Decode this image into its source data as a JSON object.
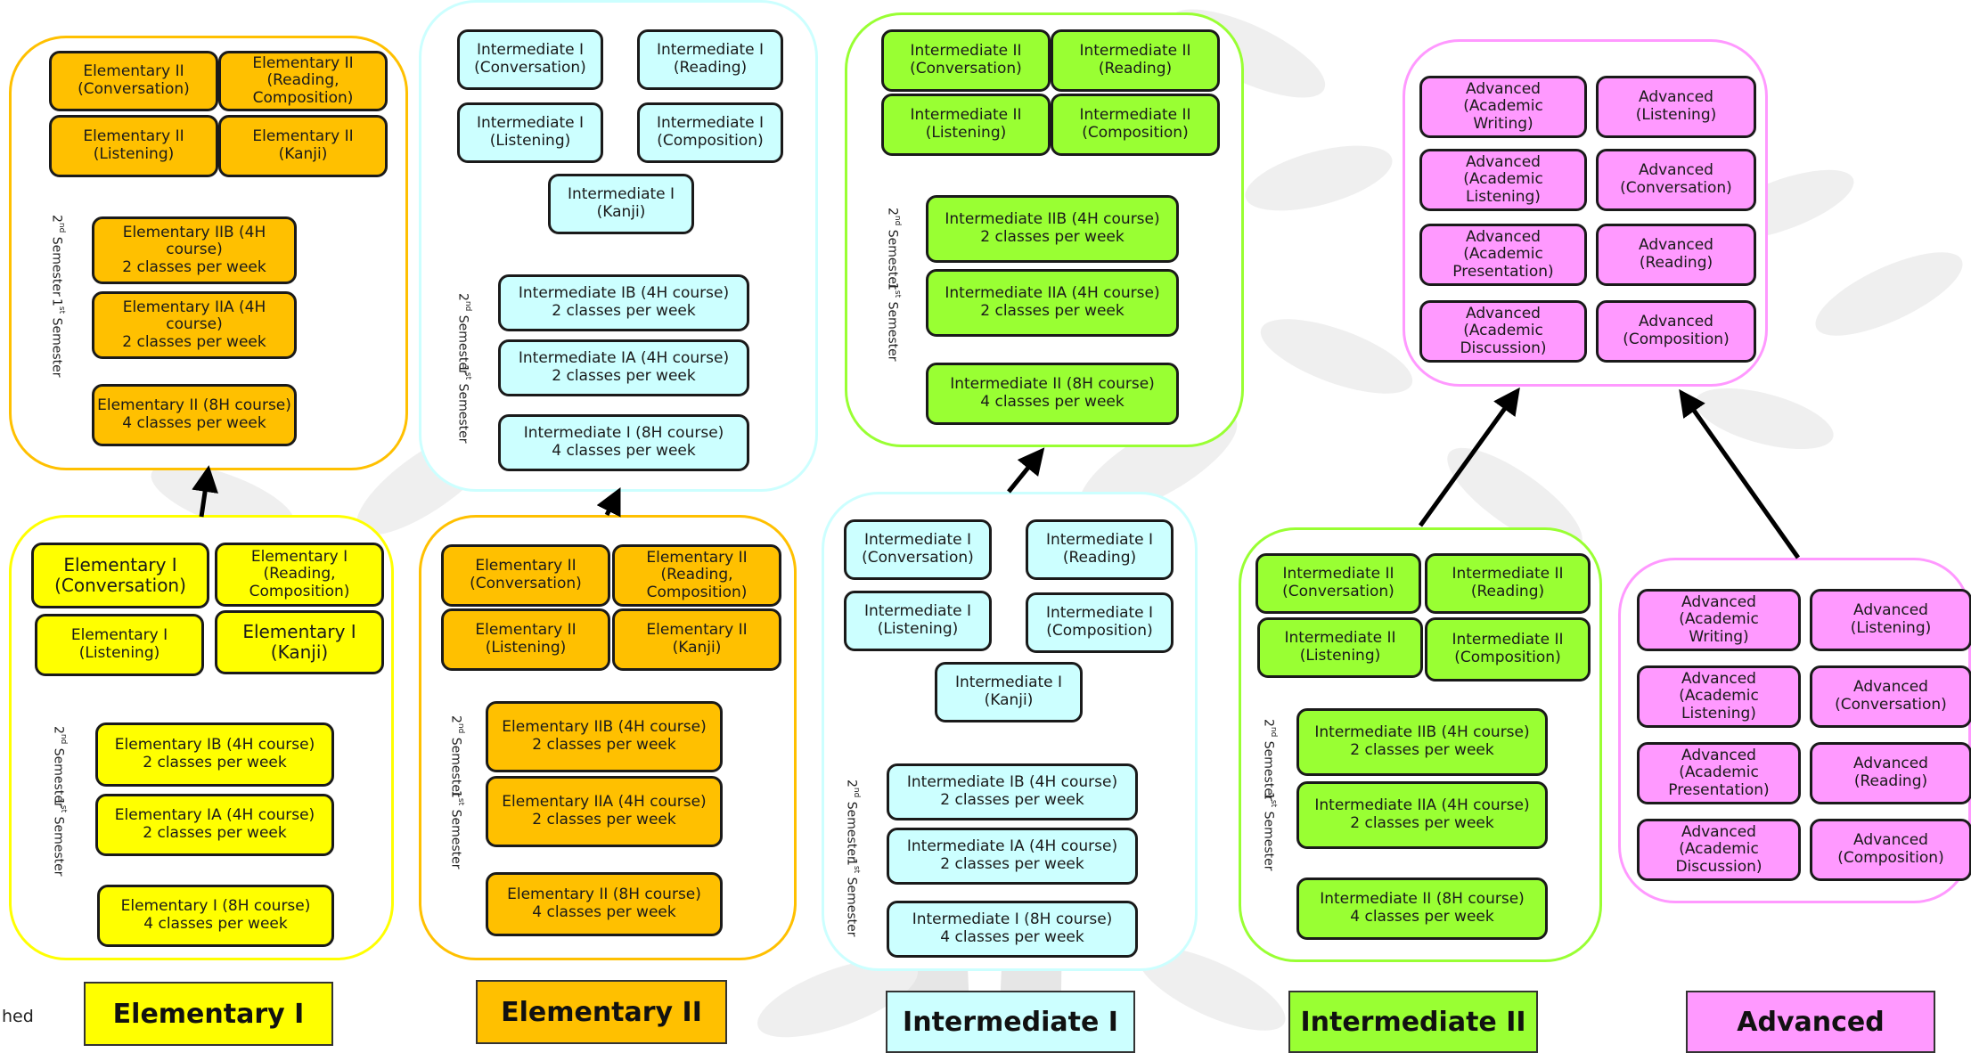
{
  "colors": {
    "yellow": "#FFFF00",
    "orange": "#FFC000",
    "cyan": "#CCFFFF",
    "green": "#99FF33",
    "pink": "#FF99FF"
  },
  "partial_text": "hed",
  "labels": {
    "elementary_i": "Elementary I",
    "elementary_ii": "Elementary II",
    "intermediate_i": "Intermediate I",
    "intermediate_ii": "Intermediate II",
    "advanced": "Advanced"
  },
  "semester": {
    "ord1": "1",
    "ord2": "2",
    "sup1": "st",
    "sup2": "nd",
    "word": "Semester"
  },
  "courses": {
    "e1_conv": "Elementary I\n(Conversation)",
    "e1_read": "Elementary I\n(Reading,\nComposition)",
    "e1_listen": "Elementary I\n(Listening)",
    "e1_kanji": "Elementary I\n(Kanji)",
    "e1_ib": "Elementary IB (4H course)\n2 classes per week",
    "e1_ia": "Elementary IA (4H course)\n2 classes per week",
    "e1_8h": "Elementary I (8H course)\n4 classes per week",
    "e2_conv": "Elementary II\n(Conversation)",
    "e2_read": "Elementary II\n(Reading,\nComposition)",
    "e2_listen": "Elementary II\n(Listening)",
    "e2_kanji": "Elementary II\n(Kanji)",
    "e2_iib": "Elementary IIB (4H course)\n2 classes per week",
    "e2_iia": "Elementary IIA (4H course)\n2 classes per week",
    "e2_8h": "Elementary II (8H course)\n4 classes per week",
    "i1_conv": "Intermediate I\n(Conversation)",
    "i1_read": "Intermediate I\n(Reading)",
    "i1_listen": "Intermediate I\n(Listening)",
    "i1_comp": "Intermediate I\n(Composition)",
    "i1_kanji": "Intermediate I\n(Kanji)",
    "i1_ib": "Intermediate IB (4H course)\n2 classes per week",
    "i1_ia": "Intermediate IA (4H course)\n2 classes per week",
    "i1_8h": "Intermediate I (8H course)\n4 classes per week",
    "i2_conv": "Intermediate II\n(Conversation)",
    "i2_read": "Intermediate II\n(Reading)",
    "i2_listen": "Intermediate II\n(Listening)",
    "i2_comp": "Intermediate II\n(Composition)",
    "i2_iib": "Intermediate IIB (4H course)\n2 classes per week",
    "i2_iia": "Intermediate IIA (4H course)\n2 classes per week",
    "i2_8h": "Intermediate II (8H course)\n4 classes per week",
    "adv_writing": "Advanced\n(Academic\nWriting)",
    "adv_listening": "Advanced\n(Listening)",
    "adv_acad_listening": "Advanced\n(Academic\nListening)",
    "adv_conversation": "Advanced\n(Conversation)",
    "adv_presentation": "Advanced\n(Academic\nPresentation)",
    "adv_reading": "Advanced\n(Reading)",
    "adv_discussion": "Advanced\n(Academic\nDiscussion)",
    "adv_composition": "Advanced\n(Composition)"
  }
}
